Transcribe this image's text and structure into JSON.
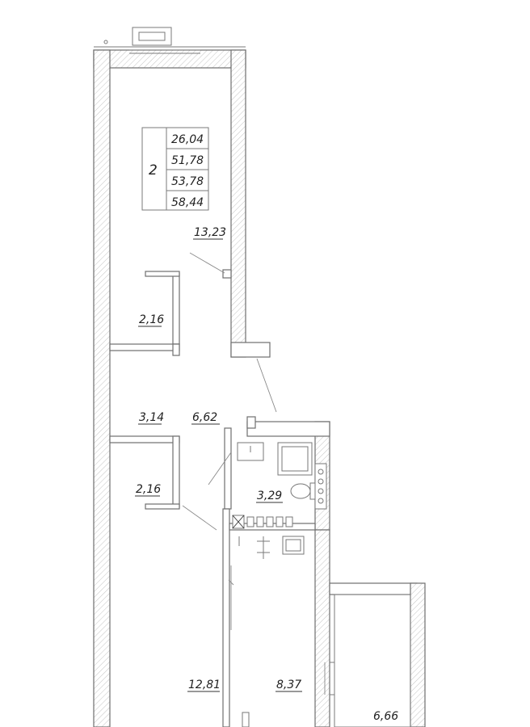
{
  "summary_table": {
    "rooms": "2",
    "areas": [
      "26,04",
      "51,78",
      "53,78",
      "58,44"
    ]
  },
  "rooms": [
    {
      "id": "living-room",
      "area": "13,23"
    },
    {
      "id": "wardrobe-top",
      "area": "2,16"
    },
    {
      "id": "corridor-left",
      "area": "3,14"
    },
    {
      "id": "hall",
      "area": "6,62"
    },
    {
      "id": "wardrobe-bottom",
      "area": "2,16"
    },
    {
      "id": "bathroom",
      "area": "3,29"
    },
    {
      "id": "bedroom",
      "area": "12,81"
    },
    {
      "id": "kitchen",
      "area": "8,37"
    },
    {
      "id": "loggia",
      "area": "6,66"
    }
  ]
}
